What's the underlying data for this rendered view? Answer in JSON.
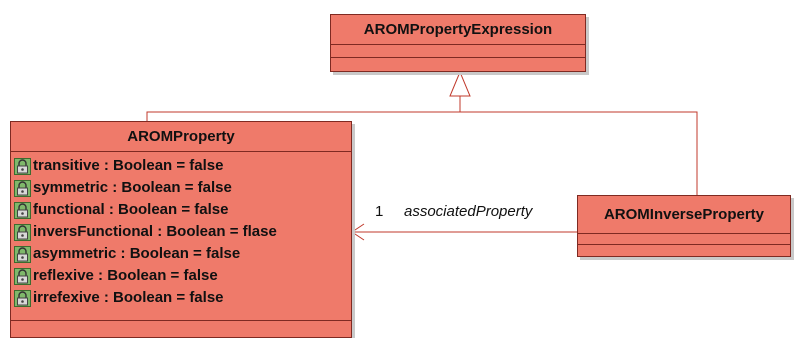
{
  "classes": {
    "expression": {
      "name": "AROMPropertyExpression"
    },
    "property": {
      "name": "AROMProperty",
      "attributes": [
        {
          "text": "transitive : Boolean = false"
        },
        {
          "text": "symmetric : Boolean = false"
        },
        {
          "text": "functional : Boolean = false"
        },
        {
          "text": "inversFunctional : Boolean = flase"
        },
        {
          "text": "asymmetric : Boolean = false"
        },
        {
          "text": "reflexive : Boolean = false"
        },
        {
          "text": "irrefexive : Boolean = false"
        }
      ],
      "attribute_icon": "attribute-lock-icon"
    },
    "inverse": {
      "name": "AROMInverseProperty"
    }
  },
  "association": {
    "multiplicity": "1",
    "role": "associatedProperty"
  },
  "colors": {
    "class_fill": "#ef7a6a",
    "class_border": "#7f2a22",
    "edge": "#c0392b"
  }
}
